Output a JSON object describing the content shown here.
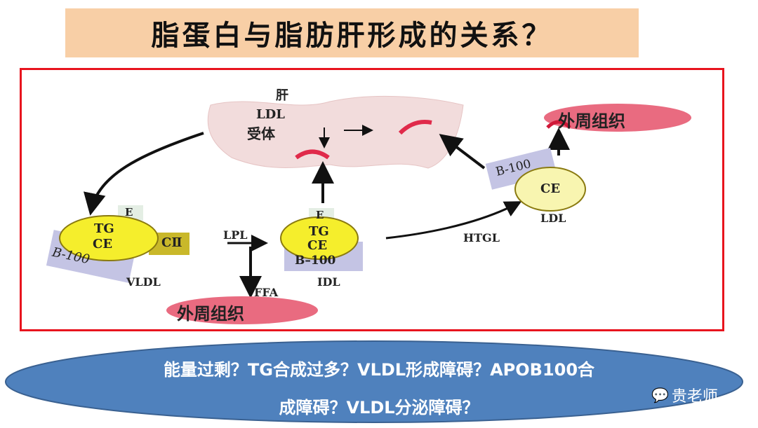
{
  "title": "脂蛋白与脂肪肝形成的关系？",
  "diagram": {
    "liver": "肝",
    "ldl_receptor_line1": "LDL",
    "ldl_receptor_line2": "受体",
    "peripheral_tissue_top": "外周组织",
    "peripheral_tissue_bottom": "外周组织",
    "vldl": {
      "apo_e": "E",
      "core_line1": "TG",
      "core_line2": "CE",
      "apo_c": "CⅡ",
      "apo_b": "B-100",
      "name": "VLDL"
    },
    "idl": {
      "apo_e": "E",
      "core_line1": "TG",
      "core_line2": "CE",
      "apo_b": "B–100",
      "name": "IDL"
    },
    "ldl": {
      "apo_b": "B-100",
      "core": "CE",
      "name": "LDL"
    },
    "lpl": "LPL",
    "ffa": "FFA",
    "htgl": "HTGL"
  },
  "question": {
    "line1": "能量过剩？TG合成过多？VLDL形成障碍？APOB100合",
    "line2": "成障碍？VLDL分泌障碍？"
  },
  "watermark": "贵老师",
  "colors": {
    "title_bg": "#f8cfa6",
    "frame": "#e8141e",
    "ellipse": "#4f81bd",
    "lipoprotein": "#f5ee2c",
    "apo_b": "#c4c4e4",
    "tissue": "#e96b80"
  }
}
